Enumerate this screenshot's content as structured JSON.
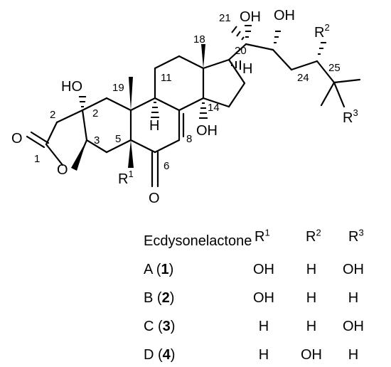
{
  "structure": {
    "atom_labels": {
      "o_ketone_left": "O",
      "o_ring": "O",
      "o_ketone_6": "O",
      "ho_2": "HO",
      "oh_14": "OH",
      "oh_20": "OH",
      "oh_22": "OH",
      "h_9": "H",
      "h_17": "H",
      "r1": "R",
      "r1_sup": "1",
      "r2": "R",
      "r2_sup": "2",
      "r3": "R",
      "r3_sup": "3"
    },
    "locants": {
      "n1": "1",
      "n2p": "2",
      "n2": "2",
      "n3": "3",
      "n5": "5",
      "n6": "6",
      "n8": "8",
      "n11": "11",
      "n14": "14",
      "n18": "18",
      "n19": "19",
      "n20": "20",
      "n21": "21",
      "n24": "24",
      "n25": "25"
    }
  },
  "table": {
    "title": "Ecdysonelactone",
    "headers": [
      {
        "base": "R",
        "sup": "1"
      },
      {
        "base": "R",
        "sup": "2"
      },
      {
        "base": "R",
        "sup": "3"
      }
    ],
    "rows": [
      {
        "letter": "A",
        "number": "1",
        "r1": "OH",
        "r2": "H",
        "r3": "OH"
      },
      {
        "letter": "B",
        "number": "2",
        "r1": "OH",
        "r2": "H",
        "r3": "H"
      },
      {
        "letter": "C",
        "number": "3",
        "r1": "H",
        "r2": "H",
        "r3": "OH"
      },
      {
        "letter": "D",
        "number": "4",
        "r1": "H",
        "r2": "OH",
        "r3": "H"
      }
    ]
  }
}
